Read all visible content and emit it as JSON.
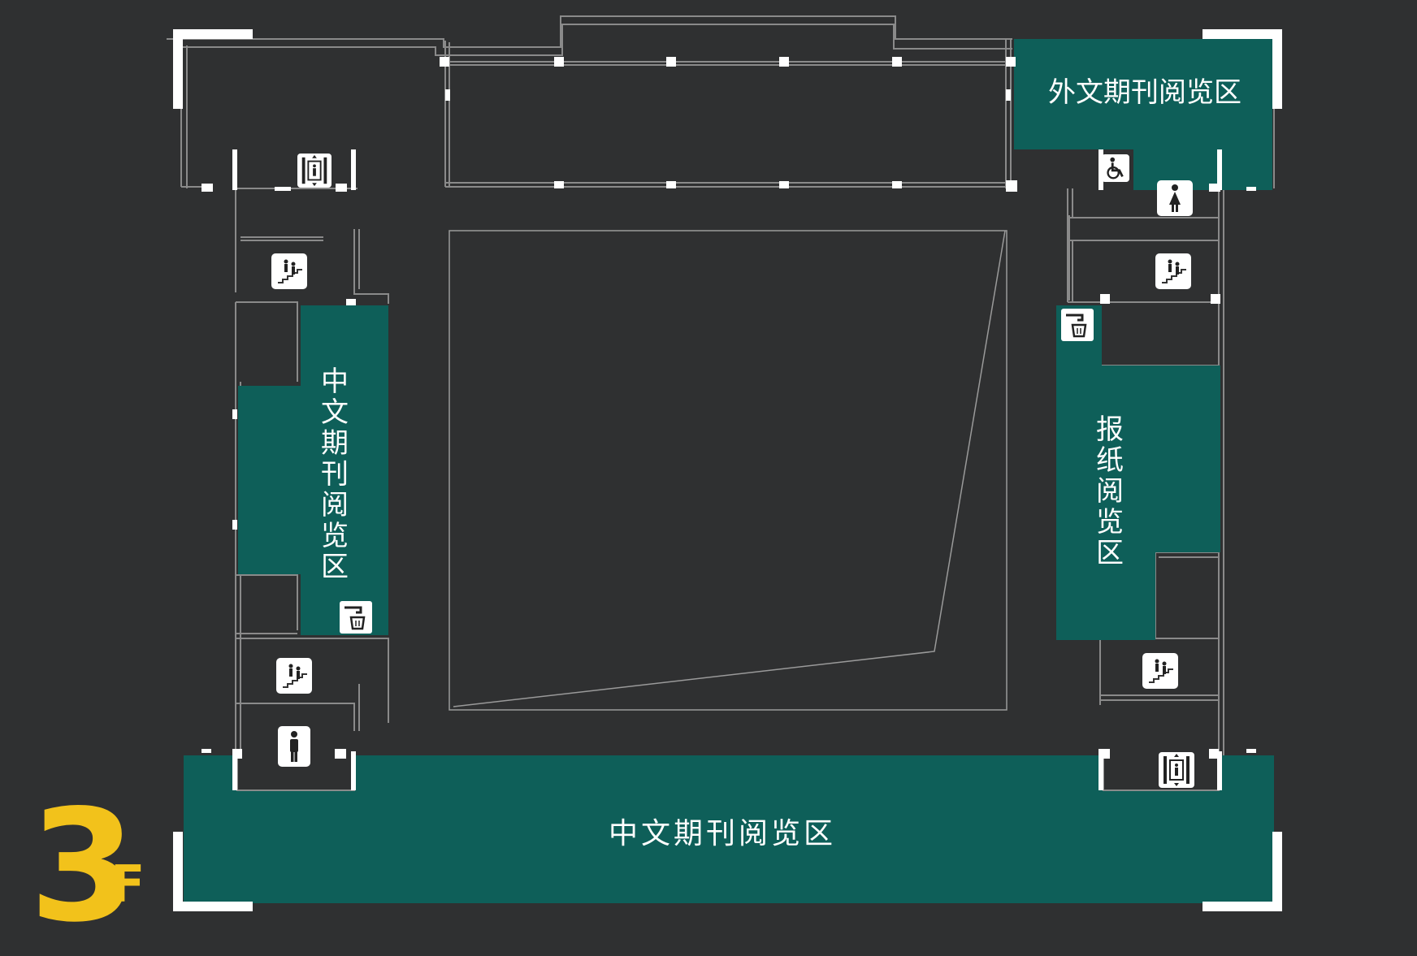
{
  "colors": {
    "background": "#2f3031",
    "zone_fill": "#0e5f59",
    "wall": "#8a8a8a",
    "corner_mark": "#ffffff",
    "floor_label": "#f2c21b"
  },
  "floor": {
    "number": "3",
    "unit": "F"
  },
  "zones": {
    "foreign_periodicals": "外文期刊阅览区",
    "chinese_periodicals_west": [
      "中",
      "文",
      "期",
      "刊",
      "阅",
      "览",
      "区"
    ],
    "newspapers_east": [
      "报",
      "纸",
      "阅",
      "览",
      "区"
    ],
    "chinese_periodicals_south": "中文期刊阅览区"
  },
  "icons": [
    {
      "name": "elevator-icon",
      "location": "northwest"
    },
    {
      "name": "wheelchair-icon",
      "location": "northeast"
    },
    {
      "name": "womens-restroom-icon",
      "location": "northeast"
    },
    {
      "name": "stairs-icon",
      "location": "west-upper"
    },
    {
      "name": "stairs-icon",
      "location": "east-upper"
    },
    {
      "name": "water-dispenser-icon",
      "location": "east"
    },
    {
      "name": "water-dispenser-icon",
      "location": "west"
    },
    {
      "name": "stairs-icon",
      "location": "west-lower"
    },
    {
      "name": "stairs-icon",
      "location": "east-lower"
    },
    {
      "name": "mens-restroom-icon",
      "location": "southwest"
    },
    {
      "name": "elevator-icon",
      "location": "southeast"
    }
  ]
}
